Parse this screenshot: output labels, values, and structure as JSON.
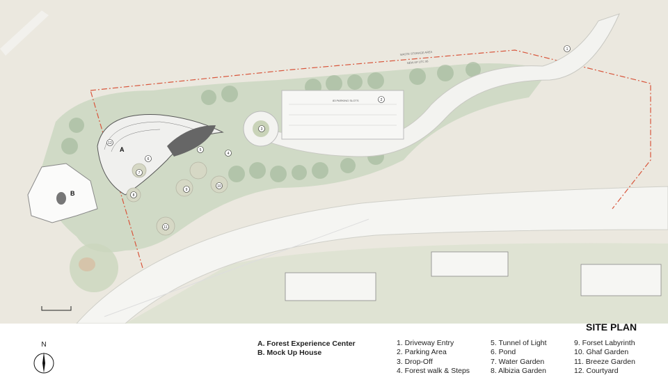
{
  "title": "SITE PLAN",
  "north_label": "N",
  "buildings": [
    {
      "key": "A",
      "label": "A. Forest Experience Center"
    },
    {
      "key": "B",
      "label": "B. Mock Up House"
    }
  ],
  "legend_columns": [
    [
      "1. Driveway Entry",
      "2. Parking Area",
      "3. Drop-Off",
      "4. Forest walk & Steps"
    ],
    [
      "5. Tunnel of Light",
      "6. Pond",
      "7. Water Garden",
      "8. Albizia Garden"
    ],
    [
      "9. Forset Labyrinth",
      "10. Ghaf Garden",
      "11. Breeze Garden",
      "12. Courtyard"
    ]
  ],
  "map_labels": {
    "waste": "WASTE STORAGE AREA",
    "utc": "NEW-SP UTC 06",
    "parking": "83 PARKING SLOTS"
  },
  "markers": [
    "1",
    "2",
    "3",
    "4",
    "5",
    "6",
    "7",
    "8",
    "9",
    "10",
    "11",
    "12"
  ],
  "colors": {
    "ground": "#ebe8df",
    "green": "#c9d6bf",
    "trees": "#9fb79a",
    "road": "#f4f4f1",
    "boundary": "#d8553b"
  }
}
